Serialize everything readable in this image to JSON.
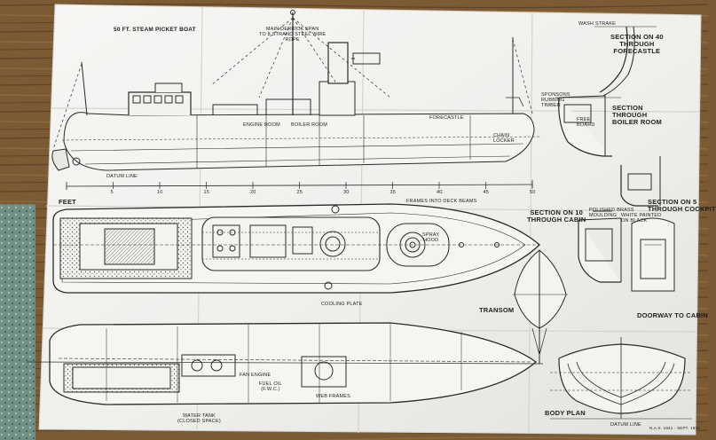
{
  "sheet": {
    "title": "50 FT. STEAM PICKET BOAT",
    "paper_color": "#f4f4f2",
    "ink_color": "#2a2a2a",
    "floor_color": "#7a5a35",
    "rug_color": "#6f8f84"
  },
  "profile_labels": {
    "mast_stays": "MAIN DERRICK SPAN\nTO 8 STRAND STEEL WIRE\nROPE",
    "engine_room": "ENGINE ROOM",
    "boiler_room": "BOILER ROOM",
    "forecastle": "FORECASTLE",
    "chain_locker": "CHAIN\nLOCKER",
    "datum_line": "DATUM LINE"
  },
  "feet_scale": {
    "label": "FEET",
    "ticks": [
      "5",
      "10",
      "15",
      "20",
      "25",
      "30",
      "35",
      "40",
      "45",
      "50"
    ]
  },
  "deck_plan_labels": {
    "cooling_plate": "COOLING PLATE",
    "frames_note": "FRAMES INTO DECK BEAMS",
    "spray_hood": "SPRAY\nHOOD"
  },
  "hull_plan_labels": {
    "fan_engine": "FAN ENGINE",
    "fuel_oil": "FUEL OIL\n(F.W.C.)",
    "water_tank": "WATER TANK\n(CLOSED SPACE)",
    "web_frames": "WEB FRAMES"
  },
  "sections": [
    {
      "id": "forecastle",
      "label": "SECTION ON 40\nTHROUGH\nFORECASTLE",
      "note": "WASH STRAKE"
    },
    {
      "id": "boiler",
      "label": "SECTION\nTHROUGH\nBOILER ROOM",
      "note": "SPONSONS\nRUBBING\nTIMBER",
      "note2": "FREE\nBOARD"
    },
    {
      "id": "cockpit",
      "label": "SECTION ON 5\nTHROUGH COCKPIT"
    },
    {
      "id": "cabin",
      "label": "SECTION ON 10\nTHROUGH CABIN",
      "note": "POLISHED BRASS\nMOULDING",
      "note2": "WHITE PAINTED\nON BLACK"
    },
    {
      "id": "doorway",
      "label": "DOORWAY TO CABIN"
    },
    {
      "id": "transom",
      "label": "TRANSOM"
    },
    {
      "id": "body_plan",
      "label": "BODY PLAN",
      "note": "DATUM LINE"
    }
  ],
  "stamp": "N.A.S. 1941 - SEPT. 1925"
}
